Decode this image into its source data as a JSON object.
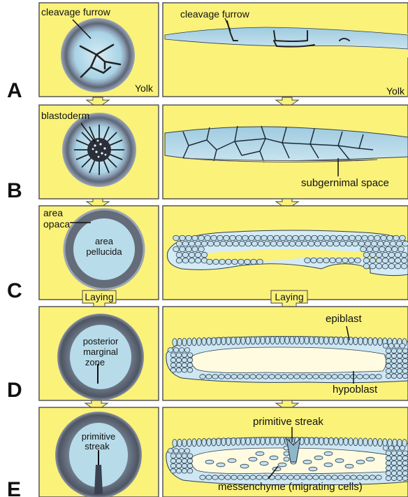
{
  "colors": {
    "panel_fill": "#fbf27a",
    "panel_border": "#555555",
    "disk_blue": "#b8dcea",
    "disk_ring": "#6d7585",
    "cell_fill": "#c6e1ee",
    "cell_stroke": "#2c3e50",
    "arrow_fill": "#fbf27a"
  },
  "rows": [
    {
      "letter": "A",
      "left": {
        "label": "cleavage furrow",
        "corner": "Yolk"
      },
      "right": {
        "label": "cleavage furrow",
        "corner": "Yolk"
      }
    },
    {
      "letter": "B",
      "left": {
        "label": "blastoderm"
      },
      "right": {
        "label": "subgernimal space"
      }
    },
    {
      "letter": "C",
      "left": {
        "label_top": "area",
        "label_bottom": "opaca",
        "center_1": "area",
        "center_2": "pellucida"
      }
    },
    {
      "letter": "D",
      "arrow_label": "Laying",
      "left": {
        "center_1": "posterior",
        "center_2": "marginal",
        "center_3": "zone"
      },
      "right": {
        "top": "epiblast",
        "bottom": "hypoblast"
      }
    },
    {
      "letter": "E",
      "left": {
        "center_1": "primitive",
        "center_2": "streak"
      },
      "right": {
        "top": "primitive streak",
        "bottom": "messenchyme (migrating cells)"
      }
    }
  ]
}
